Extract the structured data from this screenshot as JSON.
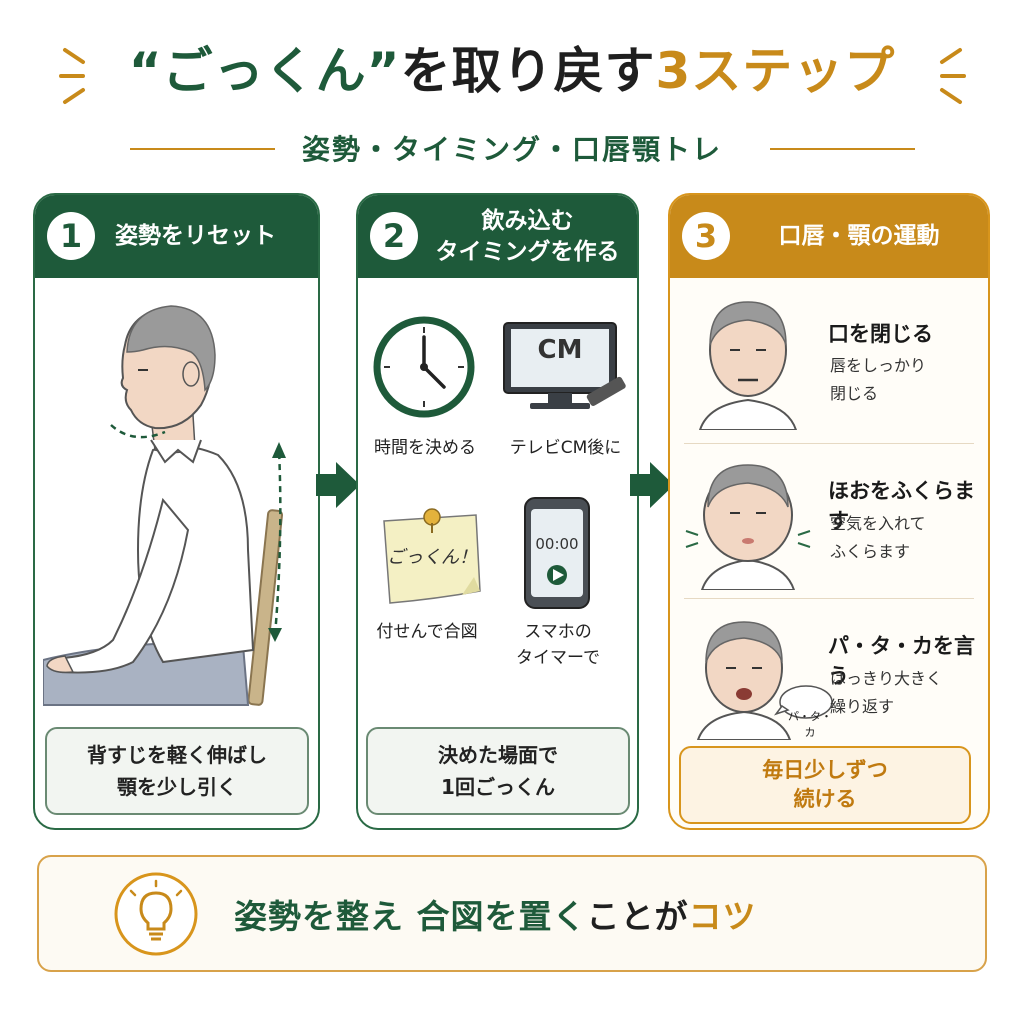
{
  "title": {
    "part1": "“ごっくん”",
    "part2": "を取り戻す",
    "part3": "3ステップ"
  },
  "subtitle": "姿勢・タイミング・口唇顎トレ",
  "colors": {
    "green": "#1e5a3a",
    "orange": "#c88a1a"
  },
  "steps": [
    {
      "number": "1",
      "title": "姿勢をリセット",
      "caption_line1": "背すじを軽く伸ばし",
      "caption_line2": "顎を少し引く"
    },
    {
      "number": "2",
      "title_line1": "飲み込む",
      "title_line2": "タイミングを作る",
      "items": [
        {
          "icon": "clock-icon",
          "label": "時間を決める"
        },
        {
          "icon": "tv-icon",
          "label": "テレビCM後に",
          "screen_text": "CM"
        },
        {
          "icon": "sticky-note-icon",
          "label": "付せんで合図",
          "note_text": "ごっくん！"
        },
        {
          "icon": "smartphone-icon",
          "label_line1": "スマホの",
          "label_line2": "タイマーで",
          "screen_time": "00:00"
        }
      ],
      "caption_line1": "決めた場面で",
      "caption_line2": "1回ごっくん"
    },
    {
      "number": "3",
      "title": "口唇・顎の運動",
      "exercises": [
        {
          "icon": "face-closed-mouth-icon",
          "title": "口を閉じる",
          "desc_line1": "唇をしっかり",
          "desc_line2": "閉じる"
        },
        {
          "icon": "face-puffed-cheeks-icon",
          "title": "ほおをふくらます",
          "desc_line1": "空気を入れて",
          "desc_line2": "ふくらます"
        },
        {
          "icon": "face-speaking-icon",
          "title": "パ・タ・カを言う",
          "desc_line1": "はっきり大きく",
          "desc_line2": "繰り返す",
          "bubble": "パ・タ・カ"
        }
      ],
      "caption_line1": "毎日少しずつ",
      "caption_line2": "続ける"
    }
  ],
  "tip": {
    "part1": "姿勢を整え",
    "part2": "合図を置く",
    "part3": "ことが",
    "part4": "コツ"
  }
}
